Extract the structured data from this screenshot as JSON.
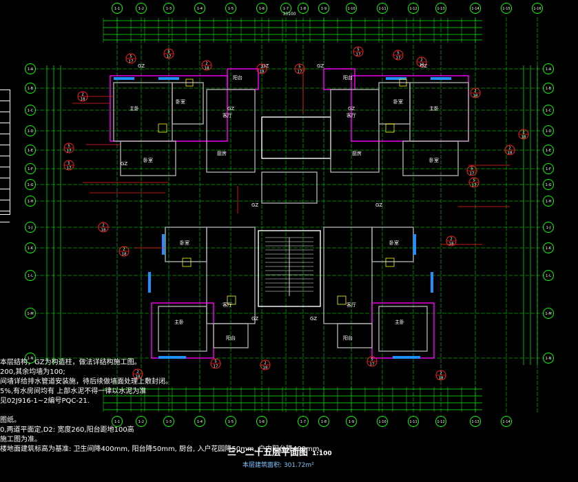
{
  "grid_labels_top": [
    "1-1",
    "1-2",
    "1-3",
    "1-4",
    "1-5",
    "1-6",
    "1-7",
    "1-8",
    "1-9",
    "1-10",
    "1-11",
    "1-12",
    "1-13",
    "1-14",
    "1-15",
    "1-16"
  ],
  "grid_labels_bottom": [
    "1-1",
    "1-2",
    "1-3",
    "1-4",
    "1-5",
    "1-6",
    "1-7",
    "1-8",
    "1-9",
    "1-10",
    "1-11",
    "1-12",
    "1-13",
    "1-14"
  ],
  "grid_labels_left": [
    "1-A",
    "1-B",
    "1-C",
    "1-D",
    "1-E",
    "1-F",
    "1-G",
    "1-H",
    "1-J",
    "1-K",
    "1-L",
    "1-M",
    "1-N"
  ],
  "grid_labels_right": [
    "1-A",
    "1-B",
    "1-C",
    "1-D",
    "1-E",
    "1-F",
    "1-G",
    "1-H",
    "1-J",
    "1-K",
    "1-L",
    "1-M",
    "1-N"
  ],
  "overall_dim": "33100",
  "rooms": {
    "master_bedroom": "主卧",
    "bedroom": "卧室",
    "living_room": "客厅",
    "balcony": "阳台",
    "kitchen": "厨房"
  },
  "column_tag": "GZ",
  "callout_num": "2",
  "callout_sheet": "18",
  "callout_num_b": "5",
  "callout_sheet_b": "17",
  "notes": [
    "本层结构，GZ为构造柱，做法详结构施工图。",
    "200,其余均墙为100;",
    "间墙详给排水管道安装施，待后续做墙面处理上敷封闭。",
    "5%,有水房间均有   上部水泥不得一律以水泥为准",
    "见02J916-1~2编号PQC-21.",
    "",
    "图纸。",
    "0,两道平面定,D2: 宽度260,阳台距地100高",
    "施工图为准。",
    "楼地面建筑标高为基准:   卫生间降400mm,  阳台降50mm,  厨台,    入户花园降50mm,  户内阳台降400mm。"
  ],
  "title": "三～二十五层平面图",
  "scale": "1:100",
  "area_text": "本层建筑面积: 301.72m²"
}
